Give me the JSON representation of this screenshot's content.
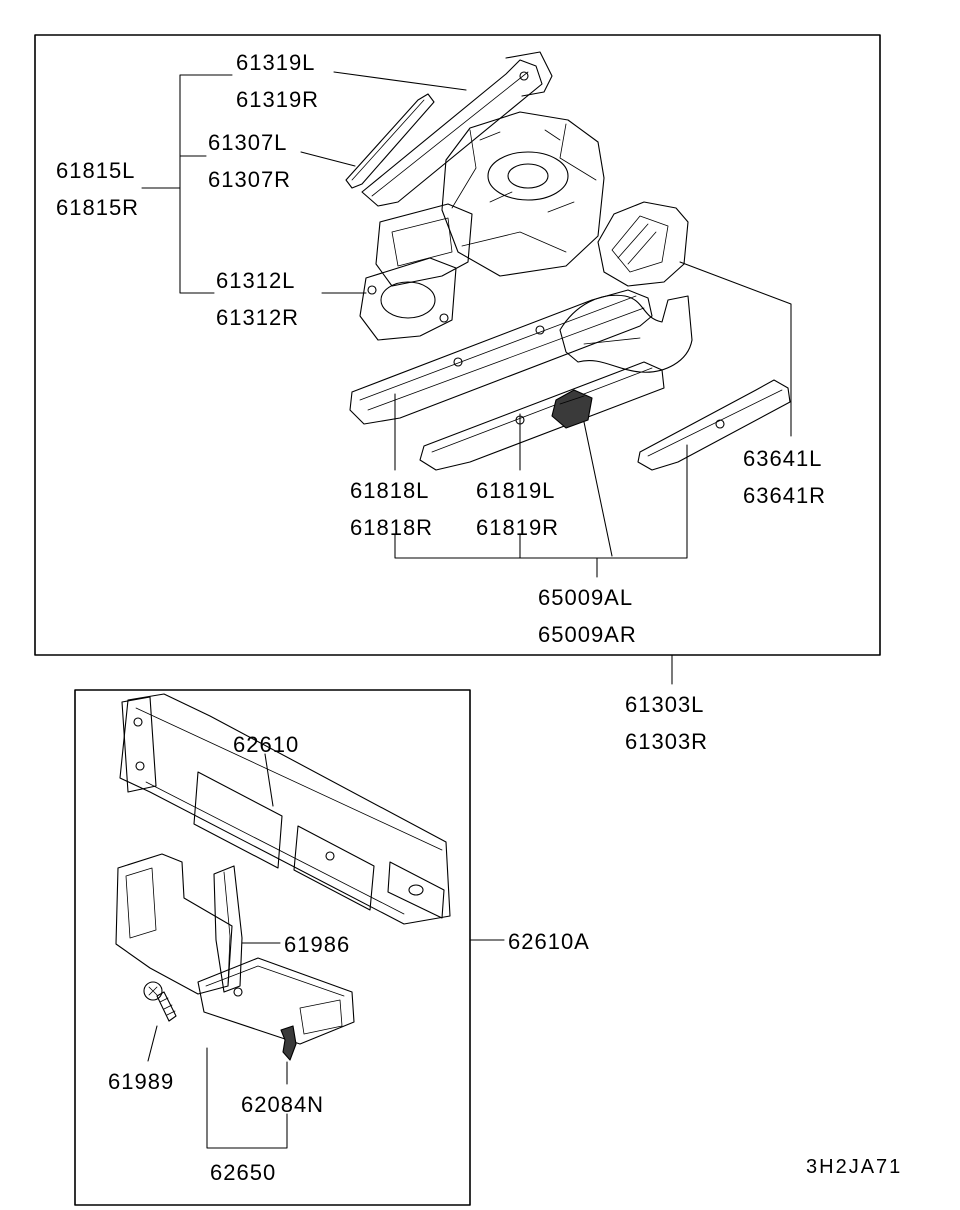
{
  "diagram": {
    "drawing_code": "3H2JA71"
  },
  "labels": {
    "l61319": [
      "61319L",
      "61319R"
    ],
    "l61307": [
      "61307L",
      "61307R"
    ],
    "l61815": [
      "61815L",
      "61815R"
    ],
    "l61312": [
      "61312L",
      "61312R"
    ],
    "l61818": [
      "61818L",
      "61818R"
    ],
    "l61819": [
      "61819L",
      "61819R"
    ],
    "l63641": [
      "63641L",
      "63641R"
    ],
    "l65009": [
      "65009AL",
      "65009AR"
    ],
    "l61303": [
      "61303L",
      "61303R"
    ],
    "l62610": [
      "62610"
    ],
    "l61986": [
      "61986"
    ],
    "l62610a": [
      "62610A"
    ],
    "l61989": [
      "61989"
    ],
    "l62084n": [
      "62084N"
    ],
    "l62650": [
      "62650"
    ]
  }
}
